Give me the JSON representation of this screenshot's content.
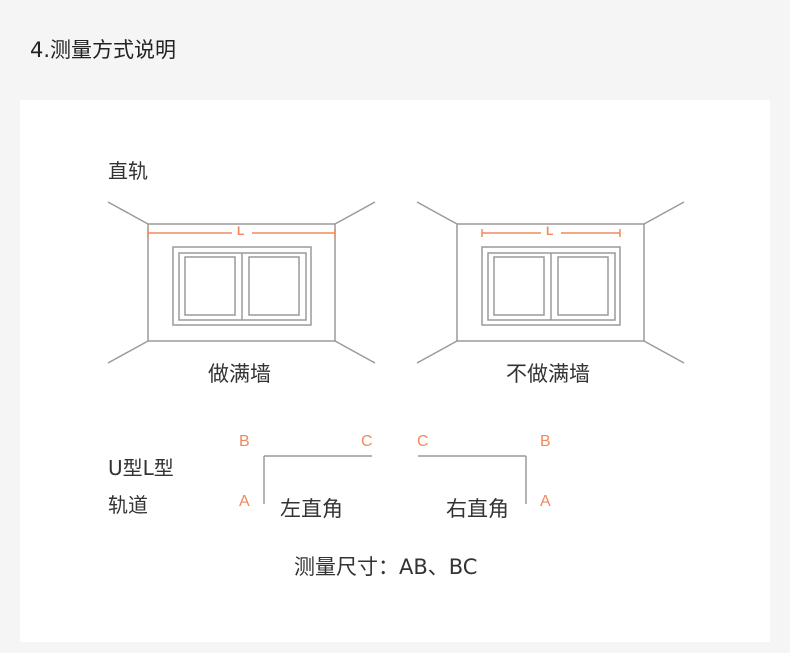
{
  "section": {
    "title": "4.测量方式说明"
  },
  "straight_rail": {
    "heading": "直轨",
    "diagrams": [
      {
        "caption": "做满墙",
        "measure_label": "L",
        "full_wall": true
      },
      {
        "caption": "不做满墙",
        "measure_label": "L",
        "full_wall": false
      }
    ]
  },
  "corner_rail": {
    "heading_line1": "U型L型",
    "heading_line2": "轨道",
    "left_angle": {
      "caption": "左直角",
      "points": {
        "a": "A",
        "b": "B",
        "c": "C"
      }
    },
    "right_angle": {
      "caption": "右直角",
      "points": {
        "a": "A",
        "b": "B",
        "c": "C"
      }
    },
    "measure_note": "测量尺寸：AB、BC"
  },
  "colors": {
    "accent": "#f08a5d",
    "line": "#9a9a9a",
    "text": "#333333",
    "background": "#f5f5f5",
    "card": "#ffffff"
  }
}
